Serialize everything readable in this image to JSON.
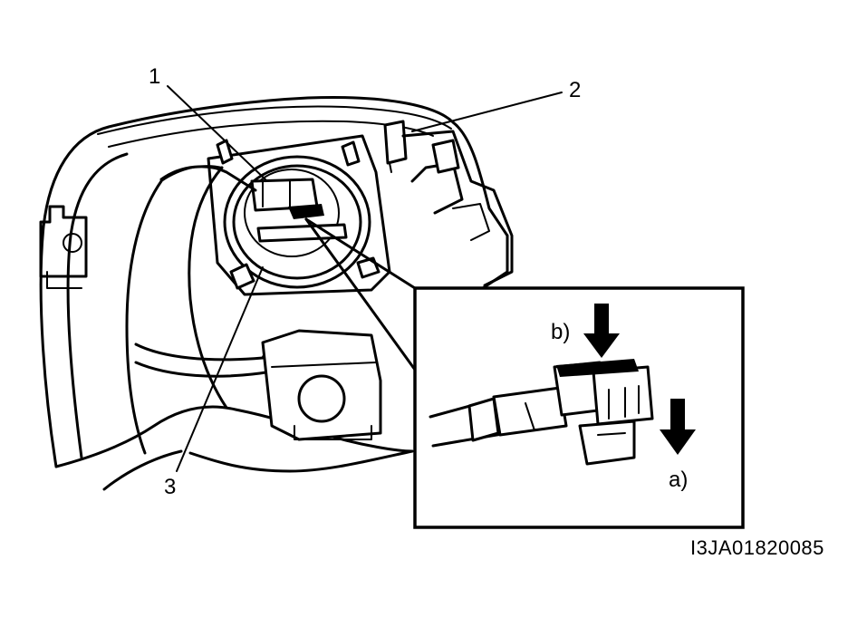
{
  "callouts": {
    "c1": "1",
    "c2": "2",
    "c3": "3"
  },
  "inset": {
    "step_a": "a)",
    "step_b": "b)"
  },
  "reference_code": "I3JA01820085"
}
